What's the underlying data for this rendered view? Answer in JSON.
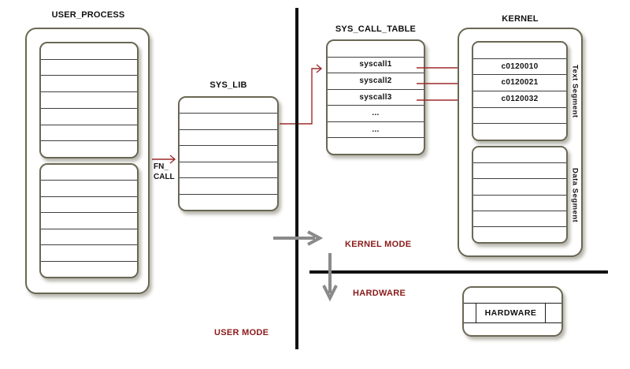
{
  "colors": {
    "connector_red": "#9e2b2b",
    "label_red": "#8b1a1a",
    "arrow_gray": "#8a8a8a",
    "divider_black": "#121212",
    "box_border": "#6a6754"
  },
  "user_process": {
    "title": "USER_PROCESS",
    "upper_rows": 7,
    "lower_rows": 7
  },
  "fn_call": {
    "label": "FN_\nCALL"
  },
  "sys_lib": {
    "title": "SYS_LIB",
    "rows": 7
  },
  "sys_call_table": {
    "title": "SYS_CALL_TABLE",
    "rows": [
      "",
      "syscall1",
      "syscall2",
      "syscall3",
      "...",
      "...",
      ""
    ]
  },
  "kernel": {
    "title": "KERNEL",
    "text_segment": {
      "label": "Text Segment",
      "rows": [
        "",
        "c0120010",
        "c0120021",
        "c0120032",
        "",
        ""
      ]
    },
    "data_segment": {
      "label": "Data Segment",
      "rows": 6
    }
  },
  "mode_labels": {
    "kernel_mode": "KERNEL MODE",
    "hardware": "HARDWARE",
    "user_mode": "USER MODE"
  },
  "hardware_box": {
    "label": "HARDWARE"
  }
}
